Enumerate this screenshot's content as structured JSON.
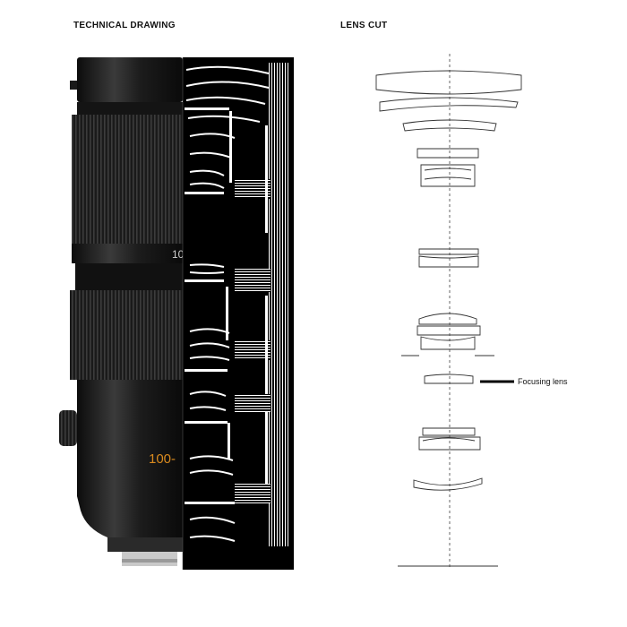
{
  "headings": {
    "left": "TECHNICAL DRAWING",
    "right": "LENS CUT"
  },
  "lens_body": {
    "focal_mark_top": "10",
    "focal_mark_bottom": "100-",
    "accent_color": "#d98a1e"
  },
  "lens_cut": {
    "annotation": "Focusing lens"
  }
}
